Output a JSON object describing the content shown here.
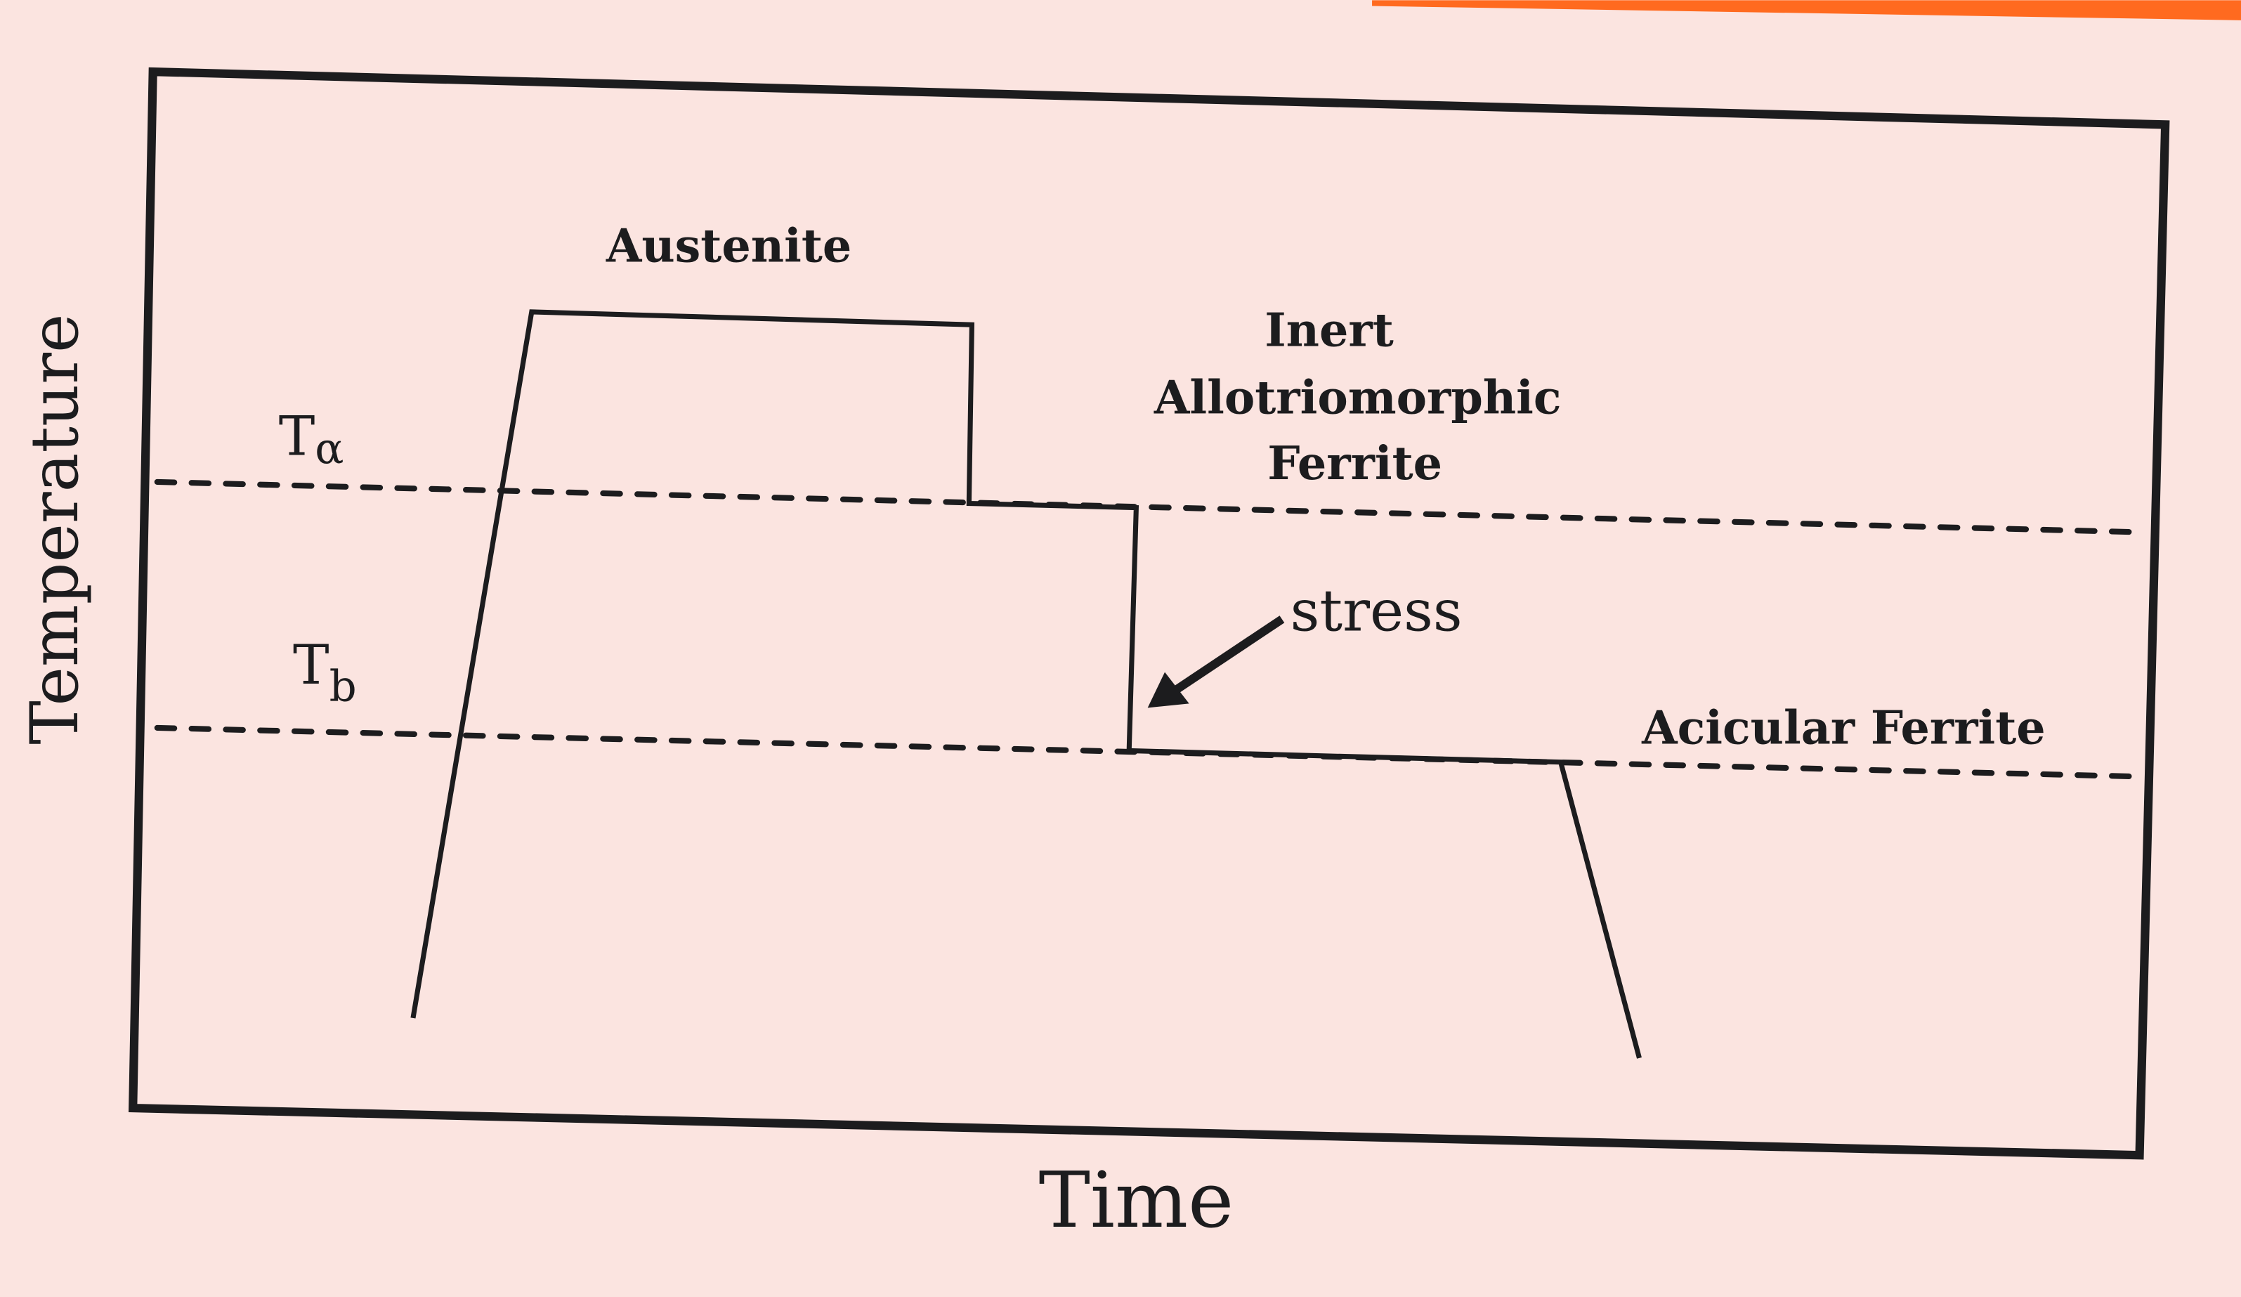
{
  "diagram": {
    "axis_x_label": "Time",
    "axis_y_label": "Temperature",
    "levels": {
      "t_alpha": {
        "symbol": "T",
        "subscript": "α"
      },
      "t_b": {
        "symbol": "T",
        "subscript": "b"
      }
    },
    "annotations": {
      "austenite": "Austenite",
      "inert_line1": "Inert",
      "inert_line2": "Allotriomorphic",
      "inert_line3": "Ferrite",
      "stress": "stress",
      "acicular": "Acicular Ferrite"
    },
    "colors": {
      "background": "#fbe4e0",
      "ink": "#1c1c1e",
      "accent_strip": "#ff6a1f"
    }
  }
}
